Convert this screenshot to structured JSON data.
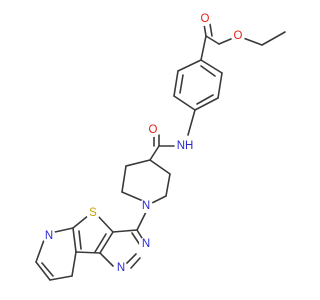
{
  "figure": {
    "type": "chemical-structure",
    "colors": {
      "bond": "#3a3a3a",
      "oxygen": "#e2231a",
      "nitrogen": "#2b2bd6",
      "sulfur": "#c9a400"
    }
  },
  "atoms": {
    "o_ester_carbonyl": "O",
    "o_ester": "O",
    "o_amide": "O",
    "nh_amide": "NH",
    "n_piperidine": "N",
    "s_thiophene": "S",
    "n_pyrimidine_top": "N",
    "n_pyrimidine_bottom": "N",
    "n_pyridine": "N"
  }
}
